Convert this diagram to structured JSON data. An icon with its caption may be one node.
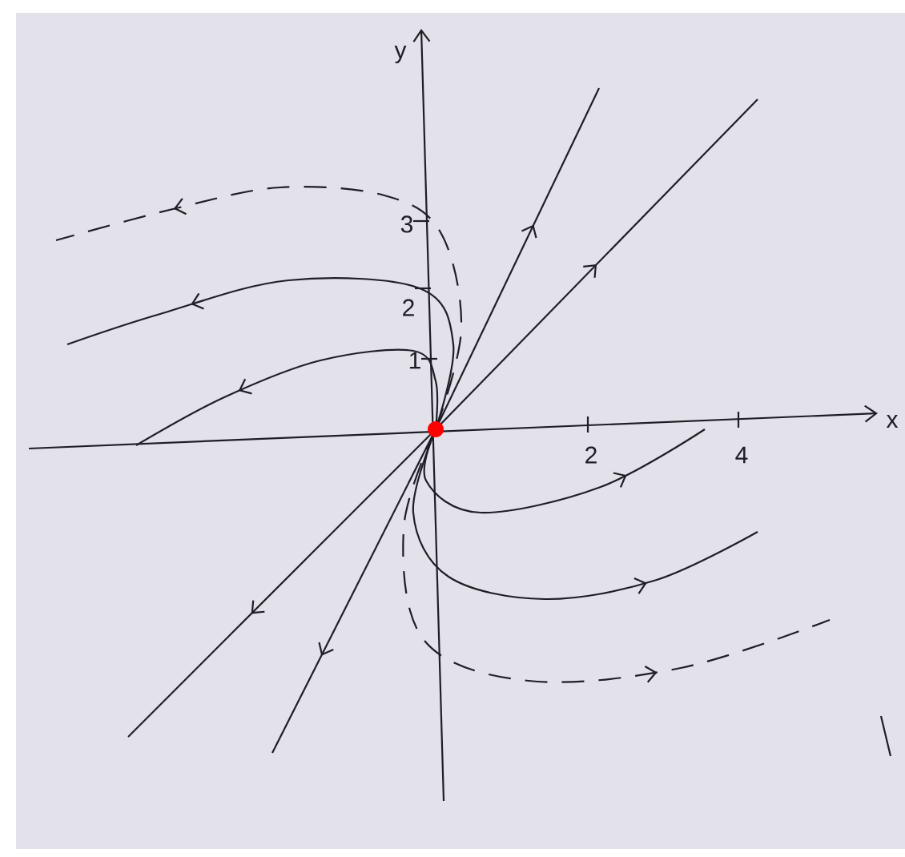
{
  "diagram": {
    "labels": [
      "y",
      "3",
      "2",
      "1",
      "x",
      "2",
      "4"
    ]
  }
}
